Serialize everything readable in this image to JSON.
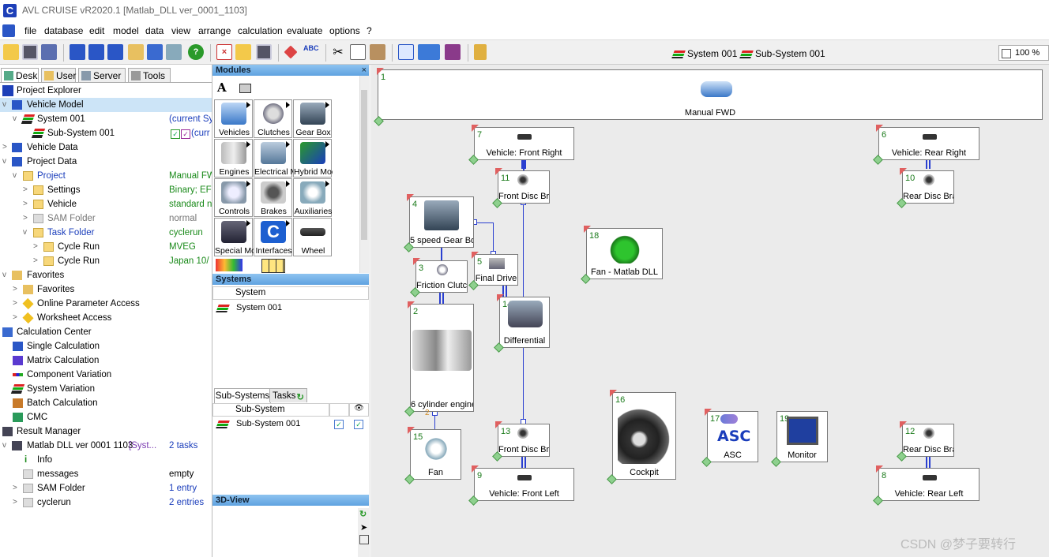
{
  "window": {
    "title": "AVL CRUISE vR2020.1 [Matlab_DLL ver_0001_1103]"
  },
  "menu": [
    "file",
    "database",
    "edit",
    "model",
    "data",
    "view",
    "arrange",
    "calculation",
    "evaluate",
    "options",
    "?"
  ],
  "toolbar": {
    "system_indicator": "System 001",
    "subsystem_indicator": "Sub-System 001",
    "zoom": "100 %"
  },
  "left_tabs": [
    "Desk",
    "User",
    "Server",
    "Tools"
  ],
  "tree": [
    {
      "label": "Project Explorer",
      "value": ""
    },
    {
      "label": "Vehicle Model",
      "value": ""
    },
    {
      "label": "System 001",
      "value": "(current Sy"
    },
    {
      "label": "Sub-System 001",
      "value": "(curr"
    },
    {
      "label": "Vehicle Data",
      "value": ""
    },
    {
      "label": "Project Data",
      "value": ""
    },
    {
      "label": "Project",
      "value": "Manual FW"
    },
    {
      "label": "Settings",
      "value": "Binary; EF"
    },
    {
      "label": "Vehicle",
      "value": "standard n"
    },
    {
      "label": "SAM Folder",
      "value": "normal"
    },
    {
      "label": "Task Folder",
      "value": "cyclerun"
    },
    {
      "label": "Cycle Run",
      "value": "MVEG"
    },
    {
      "label": "Cycle Run",
      "value": "Japan 10/"
    },
    {
      "label": "Favorites",
      "value": ""
    },
    {
      "label": "Favorites",
      "value": ""
    },
    {
      "label": "Online Parameter Access",
      "value": ""
    },
    {
      "label": "Worksheet Access",
      "value": ""
    },
    {
      "label": "Calculation Center",
      "value": ""
    },
    {
      "label": "Single Calculation",
      "value": ""
    },
    {
      "label": "Matrix Calculation",
      "value": ""
    },
    {
      "label": "Component Variation",
      "value": ""
    },
    {
      "label": "System Variation",
      "value": ""
    },
    {
      "label": "Batch Calculation",
      "value": ""
    },
    {
      "label": "CMC",
      "value": ""
    },
    {
      "label": "Result Manager",
      "value": ""
    },
    {
      "label": "Matlab DLL ver 0001 1103",
      "value": "2 tasks",
      "extra": "[Syst..."
    },
    {
      "label": "Info",
      "value": ""
    },
    {
      "label": "messages",
      "value": "empty"
    },
    {
      "label": "SAM Folder",
      "value": "1 entry"
    },
    {
      "label": "cyclerun",
      "value": "2 entries"
    }
  ],
  "modules": {
    "title": "Modules",
    "items": [
      "Vehicles",
      "Clutches",
      "Gear Box",
      "Engines",
      "Electrical M",
      "Hybrid Mod",
      "Controls",
      "Brakes",
      "Auxiliaries",
      "Special Mo",
      "Interfaces",
      "Wheel"
    ]
  },
  "systems": {
    "title": "Systems",
    "column": "System",
    "rows": [
      "System 001"
    ]
  },
  "subsystems": {
    "tabs": [
      "Sub-Systems",
      "Tasks"
    ],
    "column": "Sub-System",
    "rows": [
      "Sub-System 001"
    ]
  },
  "view3d": {
    "title": "3D-View"
  },
  "canvas": {
    "components": [
      {
        "id": "1",
        "label": "Manual FWD"
      },
      {
        "id": "7",
        "label": "Vehicle: Front Right"
      },
      {
        "id": "6",
        "label": "Vehicle: Rear Right"
      },
      {
        "id": "11",
        "label": "Front Disc Br"
      },
      {
        "id": "10",
        "label": "Rear Disc Bra"
      },
      {
        "id": "4",
        "label": "5 speed Gear Bo"
      },
      {
        "id": "3",
        "label": "Friction Clutch"
      },
      {
        "id": "5",
        "label": "Final Drive"
      },
      {
        "id": "18",
        "label": "Fan - Matlab DLL"
      },
      {
        "id": "14",
        "label": "Differential"
      },
      {
        "id": "2",
        "label": "6 cylinder engine"
      },
      {
        "id": "16",
        "label": "Cockpit"
      },
      {
        "id": "17",
        "label": "ASC"
      },
      {
        "id": "19",
        "label": "Monitor"
      },
      {
        "id": "15",
        "label": "Fan"
      },
      {
        "id": "13",
        "label": "Front Disc Br"
      },
      {
        "id": "12",
        "label": "Rear Disc Bra"
      },
      {
        "id": "9",
        "label": "Vehicle: Front Left"
      },
      {
        "id": "8",
        "label": "Vehicle: Rear Left"
      }
    ],
    "asc_text": "ASC",
    "engine_extra": "2"
  },
  "watermark": "CSDN @梦子要转行",
  "colors": {
    "panel_header": "#6aaae4",
    "wire": "#2a3fd0",
    "selection": "#cce4f7"
  }
}
